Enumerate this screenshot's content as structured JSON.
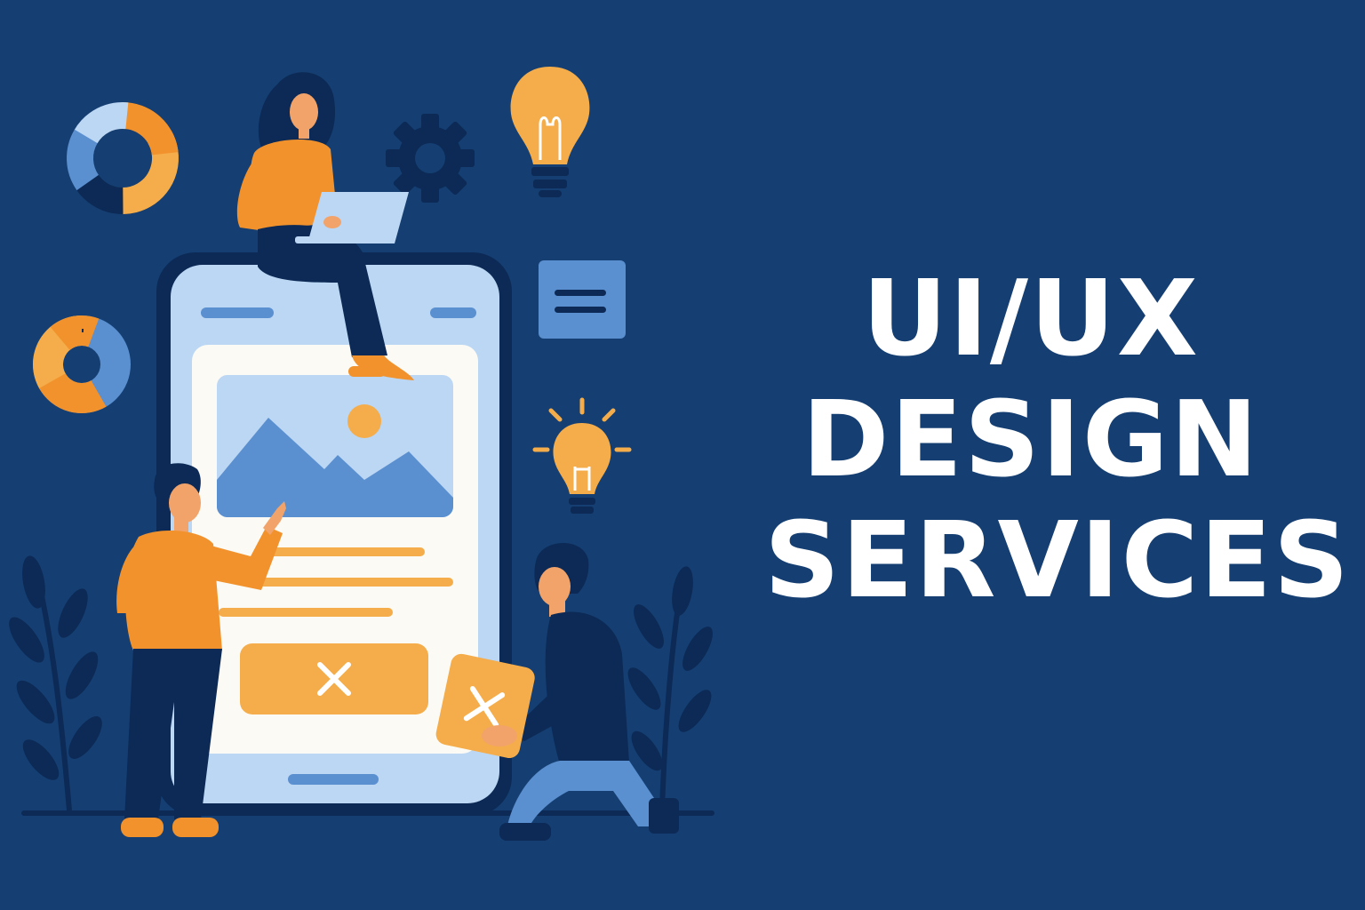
{
  "headline": {
    "line1": "UI/UX",
    "line2": "DESIGN",
    "line3": "SERVICES"
  },
  "icons": {
    "left_cta": "close-icon",
    "held_card": "close-icon",
    "charts": "donut-chart-icon",
    "gear": "gear-icon",
    "bulbs": "light-bulb-icon",
    "menu_card": "hamburger-menu-icon",
    "image_placeholder": "image-icon"
  },
  "colors": {
    "background": "#153f72",
    "orange": "#f2922c",
    "amber": "#f4ad4a",
    "light_blue": "#bcd7f4",
    "mid_blue": "#5a8fd0",
    "navy": "#0c2a55",
    "white": "#ffffff"
  }
}
